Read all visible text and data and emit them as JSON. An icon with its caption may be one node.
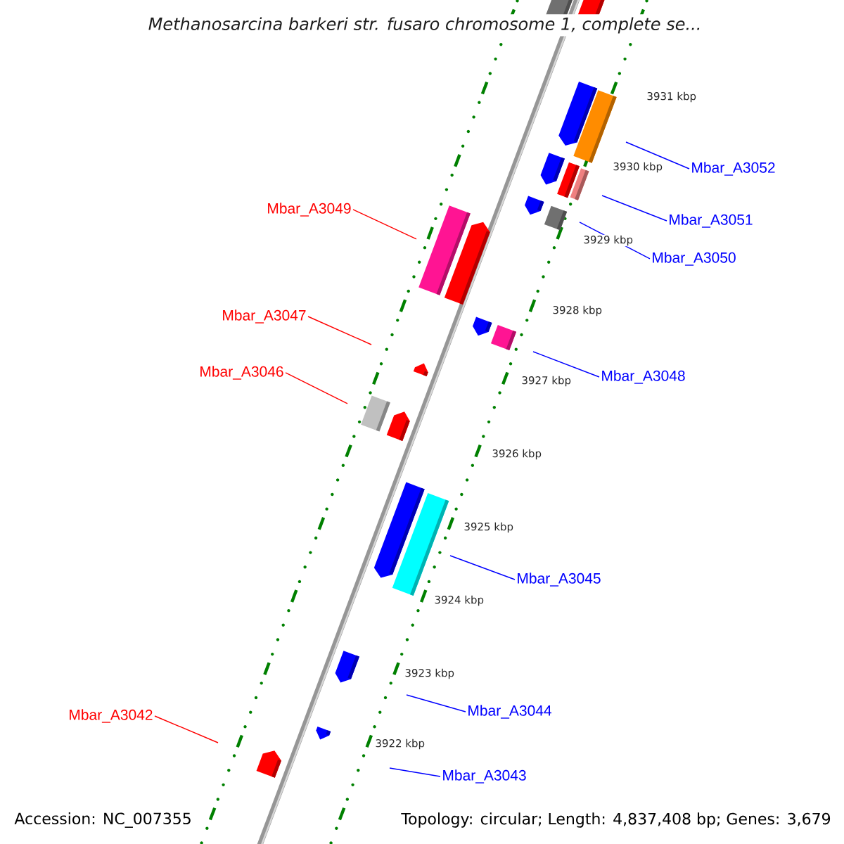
{
  "diagram": {
    "title": "Methanosarcina barkeri str. fusaro chromosome 1, complete se...",
    "nodes": [
      {
        "text": [
          "Mbar_A3052"
        ]
      },
      {
        "text": [
          "Mbar_A3051"
        ]
      },
      {
        "text": [
          "Mbar_A3050"
        ]
      },
      {
        "text": [
          "Mbar_A3049"
        ]
      },
      {
        "text": [
          "Mbar_A3047"
        ]
      },
      {
        "text": [
          "Mbar_A3048"
        ]
      },
      {
        "text": [
          "Mbar_A3046"
        ]
      },
      {
        "text": [
          "Mbar_A3045"
        ]
      },
      {
        "text": [
          "Mbar_A3044"
        ]
      },
      {
        "text": [
          "Mbar_A3042"
        ]
      },
      {
        "text": [
          "Mbar_A3043"
        ]
      }
    ],
    "edges": [
      {
        "from": 0,
        "to": null,
        "arrow": "none"
      },
      {
        "from": 1,
        "to": null,
        "arrow": "none"
      },
      {
        "from": 2,
        "to": null,
        "arrow": "none"
      },
      {
        "from": 3,
        "to": null,
        "arrow": "none",
        "color": "#ff0000"
      },
      {
        "from": 4,
        "to": null,
        "arrow": "none",
        "color": "#ff0000"
      },
      {
        "from": 5,
        "to": null,
        "arrow": "none"
      },
      {
        "from": 6,
        "to": null,
        "arrow": "none",
        "color": "#ff0000"
      },
      {
        "from": 7,
        "to": null,
        "arrow": "none"
      },
      {
        "from": 8,
        "to": null,
        "arrow": "none"
      },
      {
        "from": 9,
        "to": null,
        "arrow": "none",
        "color": "#ff0000"
      },
      {
        "from": 10,
        "to": null,
        "arrow": "none"
      }
    ],
    "labels": [
      "3931 kbp",
      "3930 kbp",
      "3929 kbp",
      "3928 kbp",
      "3927 kbp",
      "3926 kbp",
      "3925 kbp",
      "3924 kbp",
      "3923 kbp",
      "3922 kbp",
      "Accession: NC_007355",
      "Topology: circular; Length: 4,837,408 bp; Genes: 3,679"
    ]
  }
}
